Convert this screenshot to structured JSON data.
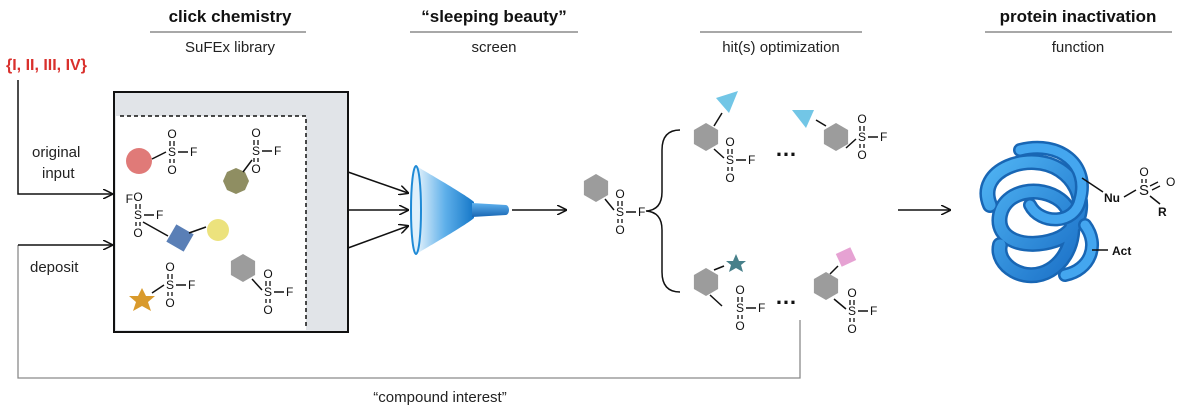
{
  "headers": {
    "col1": {
      "title": "click chemistry",
      "subtitle": "SuFEx library"
    },
    "col2": {
      "title": "“sleeping beauty”",
      "subtitle": "screen"
    },
    "col3": {
      "title": "",
      "subtitle": "hit(s) optimization"
    },
    "col4": {
      "title": "protein inactivation",
      "subtitle": "function"
    }
  },
  "input_set": "{I, II, III, IV}",
  "labels": {
    "original_input": [
      "original",
      "input"
    ],
    "deposit": "deposit",
    "compound_interest": "“compound interest”"
  },
  "atoms": {
    "sulfur": "S",
    "oxygen": "O",
    "fluorine": "F"
  },
  "ellipsis": "…",
  "protein": {
    "nucleophile": "Nu",
    "r_group": "R",
    "act": "Act"
  },
  "colors": {
    "accent_red": "#d9302c",
    "funnel_blue": "#1f8ad6",
    "protein_blue": "#2a90e0",
    "hex_gray": "#9c9c9c",
    "circle_red": "#e07a78",
    "octagon_olive": "#8f8e62",
    "square_blue": "#5a7fb6",
    "circle_yellow": "#ece27d",
    "star_orange": "#d99a2c",
    "triangle_cyan": "#72c6e6",
    "star_teal": "#47808a",
    "rect_pink": "#e6a2d3",
    "library_gray": "#e1e4e8"
  }
}
